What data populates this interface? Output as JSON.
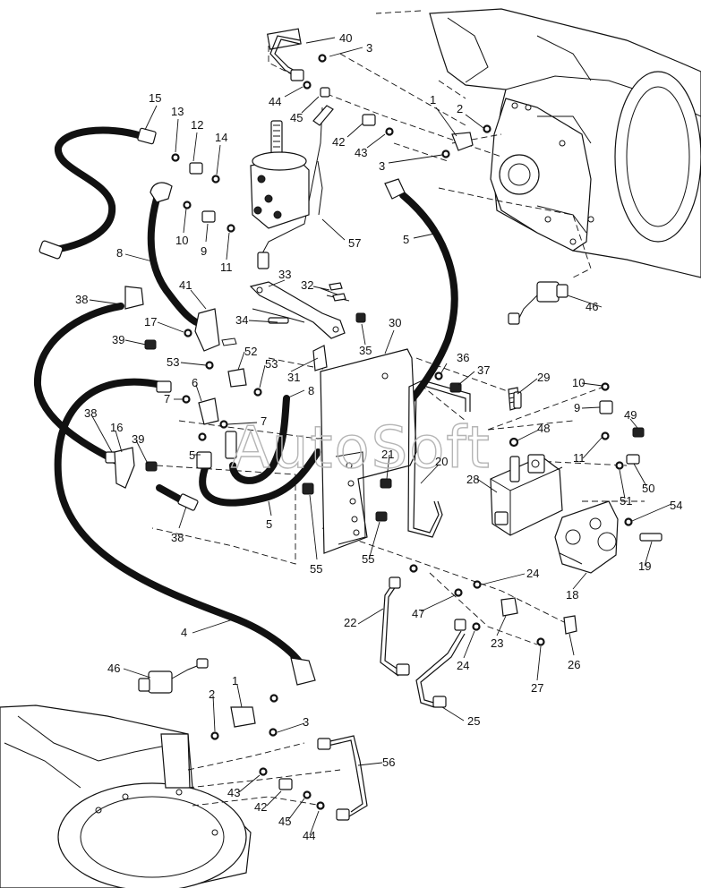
{
  "watermark": "AutoSoft",
  "callouts": [
    {
      "text": "40"
    },
    {
      "text": "3"
    },
    {
      "text": "44"
    },
    {
      "text": "45"
    },
    {
      "text": "42"
    },
    {
      "text": "43"
    },
    {
      "text": "1"
    },
    {
      "text": "2"
    },
    {
      "text": "3"
    },
    {
      "text": "15"
    },
    {
      "text": "13"
    },
    {
      "text": "12"
    },
    {
      "text": "14"
    },
    {
      "text": "10"
    },
    {
      "text": "9"
    },
    {
      "text": "11"
    },
    {
      "text": "57"
    },
    {
      "text": "5"
    },
    {
      "text": "8"
    },
    {
      "text": "33"
    },
    {
      "text": "32"
    },
    {
      "text": "46"
    },
    {
      "text": "41"
    },
    {
      "text": "38"
    },
    {
      "text": "17"
    },
    {
      "text": "34"
    },
    {
      "text": "35"
    },
    {
      "text": "30"
    },
    {
      "text": "39"
    },
    {
      "text": "52"
    },
    {
      "text": "53"
    },
    {
      "text": "53"
    },
    {
      "text": "31"
    },
    {
      "text": "36"
    },
    {
      "text": "37"
    },
    {
      "text": "6"
    },
    {
      "text": "8"
    },
    {
      "text": "29"
    },
    {
      "text": "10"
    },
    {
      "text": "7"
    },
    {
      "text": "7"
    },
    {
      "text": "38"
    },
    {
      "text": "9"
    },
    {
      "text": "49"
    },
    {
      "text": "48"
    },
    {
      "text": "16"
    },
    {
      "text": "39"
    },
    {
      "text": "5"
    },
    {
      "text": "21"
    },
    {
      "text": "20"
    },
    {
      "text": "11"
    },
    {
      "text": "50"
    },
    {
      "text": "28"
    },
    {
      "text": "51"
    },
    {
      "text": "54"
    },
    {
      "text": "38"
    },
    {
      "text": "5"
    },
    {
      "text": "55"
    },
    {
      "text": "55"
    },
    {
      "text": "19"
    },
    {
      "text": "24"
    },
    {
      "text": "18"
    },
    {
      "text": "22"
    },
    {
      "text": "47"
    },
    {
      "text": "23"
    },
    {
      "text": "4"
    },
    {
      "text": "26"
    },
    {
      "text": "24"
    },
    {
      "text": "46"
    },
    {
      "text": "1"
    },
    {
      "text": "27"
    },
    {
      "text": "2"
    },
    {
      "text": "25"
    },
    {
      "text": "3"
    },
    {
      "text": "56"
    },
    {
      "text": "43"
    },
    {
      "text": "42"
    },
    {
      "text": "45"
    },
    {
      "text": "44"
    }
  ]
}
